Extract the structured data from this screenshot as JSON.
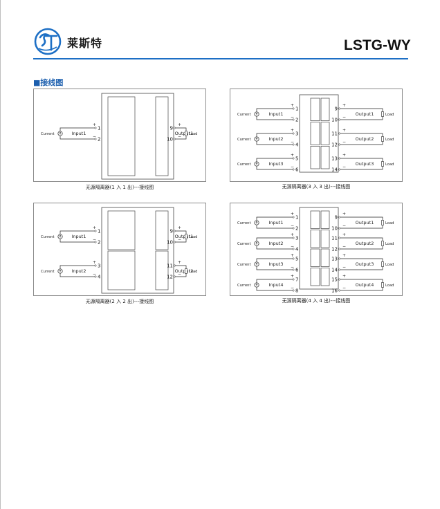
{
  "header": {
    "company": "莱斯特",
    "model": "LSTG-WY",
    "logo_icon": "lst-circle-logo",
    "brand_color": "#1d6fc5"
  },
  "section": {
    "title": "■接线图"
  },
  "labels": {
    "current": "Current",
    "load": "Load",
    "plus": "+",
    "minus": "−"
  },
  "diagrams": [
    {
      "caption": "无源隔离器(1 入 1 出)---接线图",
      "channels": [
        {
          "input": "Input1",
          "pin_in_pos": "1",
          "pin_in_neg": "2",
          "output": "Output1",
          "pin_out_pos": "9",
          "pin_out_neg": "10"
        }
      ]
    },
    {
      "caption": "无源隔离器(3 入 3 出)---接线图",
      "channels": [
        {
          "input": "Input1",
          "pin_in_pos": "1",
          "pin_in_neg": "2",
          "output": "Output1",
          "pin_out_pos": "9",
          "pin_out_neg": "10"
        },
        {
          "input": "Input2",
          "pin_in_pos": "3",
          "pin_in_neg": "4",
          "output": "Output2",
          "pin_out_pos": "11",
          "pin_out_neg": "12"
        },
        {
          "input": "Input3",
          "pin_in_pos": "5",
          "pin_in_neg": "6",
          "output": "Output3",
          "pin_out_pos": "13",
          "pin_out_neg": "14"
        }
      ]
    },
    {
      "caption": "无源隔离器(2 入 2 出)---接线图",
      "channels": [
        {
          "input": "Input1",
          "pin_in_pos": "1",
          "pin_in_neg": "2",
          "output": "Output1",
          "pin_out_pos": "9",
          "pin_out_neg": "10"
        },
        {
          "input": "Input2",
          "pin_in_pos": "3",
          "pin_in_neg": "4",
          "output": "Output2",
          "pin_out_pos": "11",
          "pin_out_neg": "12"
        }
      ]
    },
    {
      "caption": "无源隔离器(4 入 4 出)---接线图",
      "channels": [
        {
          "input": "Input1",
          "pin_in_pos": "1",
          "pin_in_neg": "2",
          "output": "Output1",
          "pin_out_pos": "9",
          "pin_out_neg": "10"
        },
        {
          "input": "Input2",
          "pin_in_pos": "3",
          "pin_in_neg": "4",
          "output": "Output2",
          "pin_out_pos": "11",
          "pin_out_neg": "12"
        },
        {
          "input": "Input3",
          "pin_in_pos": "5",
          "pin_in_neg": "6",
          "output": "Output3",
          "pin_out_pos": "13",
          "pin_out_neg": "14"
        },
        {
          "input": "Input4",
          "pin_in_pos": "7",
          "pin_in_neg": "8",
          "output": "Output4",
          "pin_out_pos": "15",
          "pin_out_neg": "16"
        }
      ]
    }
  ]
}
